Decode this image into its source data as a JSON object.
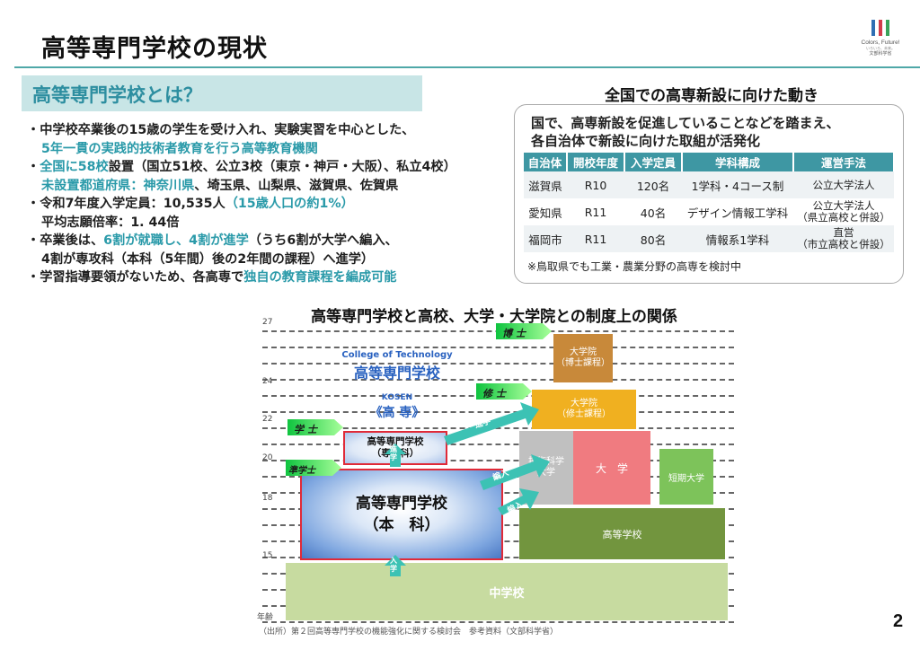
{
  "header": {
    "title": "高等専門学校の現状",
    "logo": {
      "line1": "Colors, Future!",
      "line2": "いろいろ、未来。",
      "line3": "文部科学省",
      "bar_colors": [
        "#2f6fb3",
        "#d23c4b",
        "#3aa35a"
      ]
    }
  },
  "section": {
    "heading": "高等専門学校とは？"
  },
  "bullets": {
    "b1_l1": "・中学校卒業後の15歳の学生を受け入れ、実験実習を中心とした、",
    "b1_l2": "5年一貫の実践的技術者教育を行う高等教育機関",
    "b2_l1_a": "・",
    "b2_l1_b": "全国に58校",
    "b2_l1_c": "設置（国立51校、公立3校（東京・神戸・大阪）、私立4校）",
    "b2_l2_a": "未設置都道府県：神奈川県",
    "b2_l2_b": "、埼玉県、山梨県、滋賀県、佐賀県",
    "b3_l1_a": "・令和7年度入学定員：10,535人",
    "b3_l1_b": "（15歳人口の約1%）",
    "b3_l2": "平均志願倍率：1. 44倍",
    "b4_l1_a": "・卒業後は、",
    "b4_l1_b": "6割が就職し、4割が進学",
    "b4_l1_c": "（うち6割が大学へ編入、",
    "b4_l2": "4割が専攻科（本科（5年間）後の2年間の課程）へ進学）",
    "b5_a": "・学習指導要領がないため、各高専で",
    "b5_b": "独自の教育課程を編成可能"
  },
  "newschools": {
    "title": "全国での高専新設に向けた動き",
    "lead_l1": "国で、高専新設を促進していることなどを踏まえ、",
    "lead_l2": "各自治体で新設に向けた取組が活発化",
    "headers": [
      "自治体",
      "開校年度",
      "入学定員",
      "学科構成",
      "運営手法"
    ],
    "rows": [
      {
        "city": "滋賀県",
        "year": "R10",
        "cap": "120名",
        "dept": "1学科・4コース制",
        "mgmt1": "公立大学法人",
        "mgmt2": ""
      },
      {
        "city": "愛知県",
        "year": "R11",
        "cap": "40名",
        "dept": "デザイン情報工学科",
        "mgmt1": "公立大学法人",
        "mgmt2": "（県立高校と併設）"
      },
      {
        "city": "福岡市",
        "year": "R11",
        "cap": "80名",
        "dept": "情報系1学科",
        "mgmt1": "直営",
        "mgmt2": "（市立高校と併設）"
      }
    ],
    "note": "※鳥取県でも工業・農業分野の高専を検討中"
  },
  "diagram": {
    "title": "高等専門学校と高校、大学・大学院との制度上の関係",
    "ticks": [
      "27",
      "24",
      "22",
      "20",
      "18",
      "15",
      "年齢"
    ],
    "kosen_en": "College of Technology",
    "kosen_jp": "高等専門学校",
    "kosen_roman": "KOSEN",
    "kosen_abbr": "《高 専》",
    "senkoka_l1": "高等専門学校",
    "senkoka_l2": "（専攻科）",
    "honka_l1": "高等専門学校",
    "honka_l2": "（本　科）",
    "hakase_tag": "博 士",
    "shushi_tag": "修 士",
    "gakushi_tag": "学 士",
    "jungakushi_tag": "準学士",
    "doctor_l1": "大学院",
    "doctor_l2": "（博士課程）",
    "master_l1": "大学院",
    "master_l2": "（修士課程）",
    "univ": "大　学",
    "tech_univ_l1": "技術科学",
    "tech_univ_l2": "大学",
    "junior_college": "短期大学",
    "high_school": "高等学校",
    "middle_school": "中学校",
    "arrow_shingaku": "進学",
    "arrow_hennyu1": "編入",
    "arrow_hennyu2": "編入",
    "arrow_nyugaku": "入学",
    "arrow_shingaku2": "進学",
    "colors": {
      "tag_green": "#33dd55",
      "arrow_teal": "#3cc2b4",
      "kosen_blue": "#4a78c4",
      "doctor": "#c8893a",
      "master": "#f0b020",
      "univ": "#f07b80",
      "tech_univ": "#c0c0c0",
      "junior": "#7dc35a",
      "high": "#72953e",
      "middle": "#c7dba0"
    }
  },
  "footer": {
    "source": "（出所）第２回高等専門学校の機能強化に関する検討会　参考資料（文部科学省）",
    "page": "2"
  }
}
